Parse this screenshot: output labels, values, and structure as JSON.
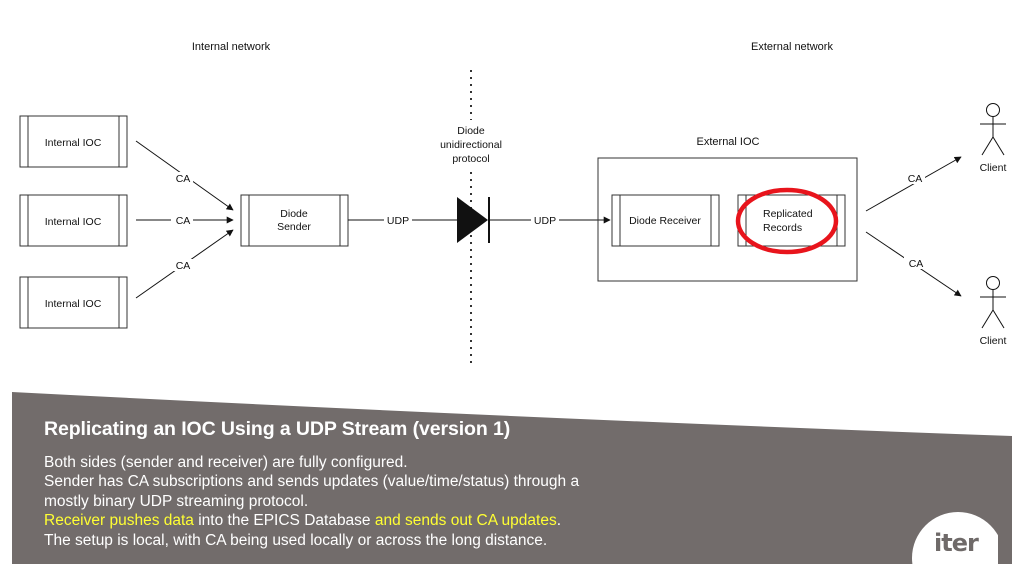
{
  "diagram": {
    "internal_network_label": "Internal network",
    "external_network_label": "External network",
    "internal_iocs": [
      "Internal IOC",
      "Internal IOC",
      "Internal IOC"
    ],
    "ca_label": "CA",
    "udp_label": "UDP",
    "diode_sender": [
      "Diode",
      "Sender"
    ],
    "diode_caption": [
      "Diode",
      "unidirectional",
      "protocol"
    ],
    "external_ioc_label": "External IOC",
    "diode_receiver_label": "Diode Receiver",
    "replicated_records": [
      "Replicated",
      "Records"
    ],
    "client_label": "Client",
    "highlight_color": "#e8141c"
  },
  "footer": {
    "title": "Replicating an IOC Using a UDP Stream (version 1)",
    "line1": "Both sides (sender and receiver) are fully configured.",
    "line2": "Sender has CA subscriptions and sends updates (value/time/status) through a",
    "line3": "mostly binary UDP streaming protocol.",
    "line4_highlight_a": "Receiver pushes data",
    "line4_mid": " into the EPICS Database ",
    "line4_highlight_b": "and sends out CA updates",
    "line4_end": ".",
    "line5": "The setup is local, with CA being used locally or across the long distance.",
    "background_color": "#726c6b",
    "highlight_text_color": "#ffff33",
    "logo_text": "iter"
  }
}
